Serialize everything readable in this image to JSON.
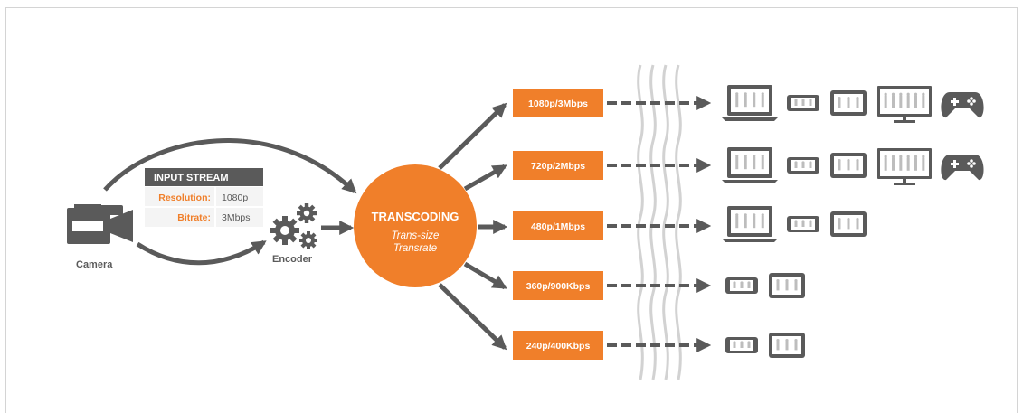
{
  "camera": {
    "label": "Camera"
  },
  "encoder": {
    "label": "Encoder"
  },
  "input_stream": {
    "title": "INPUT STREAM",
    "rows": [
      {
        "key": "Resolution:",
        "value": "1080p"
      },
      {
        "key": "Bitrate:",
        "value": "3Mbps"
      }
    ]
  },
  "transcoder": {
    "title": "TRANSCODING",
    "lines": [
      "Trans-size",
      "Transrate"
    ]
  },
  "outputs": [
    {
      "label": "1080p/3Mbps",
      "devices": [
        "laptop",
        "phone",
        "tablet",
        "tv",
        "gamepad"
      ]
    },
    {
      "label": "720p/2Mbps",
      "devices": [
        "laptop",
        "phone",
        "tablet",
        "tv",
        "gamepad"
      ]
    },
    {
      "label": "480p/1Mbps",
      "devices": [
        "laptop",
        "phone",
        "tablet"
      ]
    },
    {
      "label": "360p/900Kbps",
      "devices": [
        "phone",
        "tablet"
      ]
    },
    {
      "label": "240p/400Kbps",
      "devices": [
        "phone",
        "tablet"
      ]
    }
  ],
  "colors": {
    "orange": "#f07f2a",
    "gray": "#5a5a5a",
    "wave": "#d0d0d0",
    "table_header": "#5a5a5a"
  }
}
